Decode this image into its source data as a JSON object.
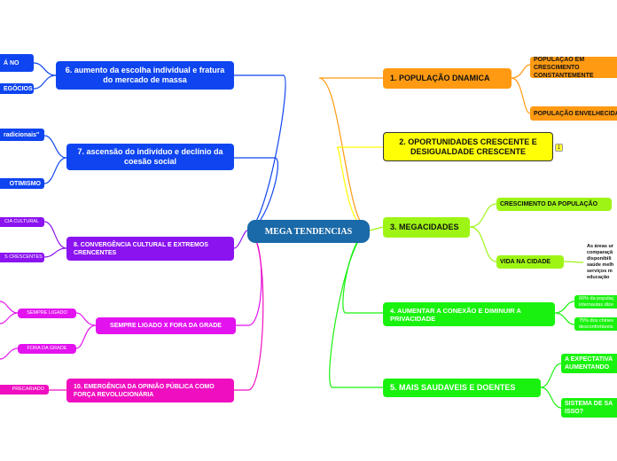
{
  "center": "MEGA TENDENCIAS",
  "right": {
    "b1": "1. POPULAÇÃO DNAMICA",
    "b1_sub1": "POPULAÇÃO EM CRESCIMENTO CONSTANTEMENTE",
    "b1_sub2": "POPULAÇÃO ENVELHECIDA",
    "b2": "2. OPORTUNIDADES CRESCENTE E DESIGUALDADE CRESCENTE",
    "b2_badge": "1",
    "b3": "3. MEGACIDADES",
    "b3_sub1": "CRESCIMENTO DA POPULAÇÃO",
    "b3_sub2": "VIDA NA CIDADE",
    "b3_note": "As áreas ur\ncomparaçã\ndisponibili\nsaúde melh\nserviços m\neducação",
    "b4": "4. AUMENTAR A CONEXÃO E DIMINUIR A PRIVACIDADE",
    "b4_sub1": "60% da populaç\ninternautas dize",
    "b4_sub2": "75% dos chines\ndesconfortáveis",
    "b5": "5. MAIS SAUDAVEIS E DOENTES",
    "b5_sub1": "A EXPECTATIVA\nAUMENTANDO",
    "b5_sub2": "SISTEMA DE SA\nISSO?"
  },
  "left": {
    "b6": "6. aumento da escolha individual e fratura do mercado de massa",
    "b6_sub1": "Á NO",
    "b6_sub2": "EGÓCIOS",
    "b7": "7. ascensão do indivíduo e declínio da coesão social",
    "b7_sub1": "radicionais\"",
    "b7_sub2": "OTIMISMO",
    "b8": "8. CONVERGÊNCIA CULTURAL E EXTREMOS CRENCENTES",
    "b8_sub1": "CIA CULTURAL",
    "b8_sub2": "S CRESCENTES",
    "b9": "SEMPRE LIGADO X FORA DA GRADE",
    "b9_sub1": "SEMPRE LIGADO",
    "b9_sub2": "FORA DA GRADE",
    "b10": "10. EMERGÊNCIA DA OPINIÃO PÚBLICA COMO FORÇA REVOLUCIONÁRIA",
    "b10_sub1": "PRECARIADO"
  },
  "colors": {
    "orange": "#ff9a12",
    "yellow": "#ffff06",
    "lime": "#9ef515",
    "green": "#19f20e",
    "blue": "#0f45f0",
    "purple": "#8b13f0",
    "magenta": "#e313f0",
    "pink": "#f00fc0",
    "center": "#1a69a8"
  }
}
